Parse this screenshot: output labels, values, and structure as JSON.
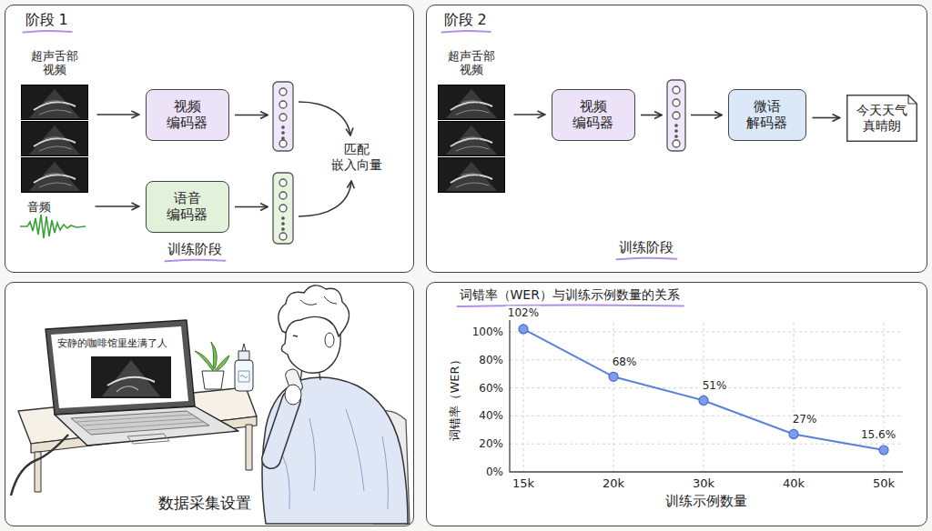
{
  "diagram": {
    "nodes": [
      {
        "text": [
          "阶段 1",
          "训练阶段"
        ]
      },
      {
        "text": [
          "超声舌部 视频"
        ],
        "in": 0
      },
      {
        "text": [
          "视频 编码器"
        ],
        "in": 0
      },
      {
        "text": [
          "音频"
        ],
        "in": 0
      },
      {
        "text": [
          "语音 编码器"
        ],
        "in": 0
      },
      {
        "text": [
          "阶段 2",
          "训练阶段"
        ]
      },
      {
        "text": [
          "超声舌部 视频"
        ],
        "in": 5
      },
      {
        "text": [
          "视频 编码器"
        ],
        "in": 5
      },
      {
        "text": [
          "微语 解码器"
        ],
        "in": 5
      },
      {
        "text": [
          "今天天气 真晴朗"
        ],
        "in": 5
      },
      {
        "text": [
          "数据采集设置"
        ]
      },
      {
        "text": [
          "词错率（WER）与训练示例数量的关系"
        ]
      }
    ],
    "edges": [
      {
        "from": 1,
        "to": 2,
        "arrow": "to"
      },
      {
        "from": 3,
        "to": 4,
        "arrow": "to"
      },
      {
        "from": 6,
        "to": 7,
        "arrow": "to"
      },
      {
        "from": 8,
        "to": 9,
        "arrow": "to"
      }
    ],
    "labels": [
      "匹配 嵌入向量",
      "安静的咖啡馆里坐满了人",
      "100%",
      "80%",
      "60%",
      "40%",
      "20%",
      "0%",
      "词错率（WER）",
      "15k",
      "20k",
      "30k",
      "40k",
      "50k",
      "训练示例数量",
      "102%",
      "68%",
      "51%",
      "27%",
      "15.6%"
    ]
  }
}
